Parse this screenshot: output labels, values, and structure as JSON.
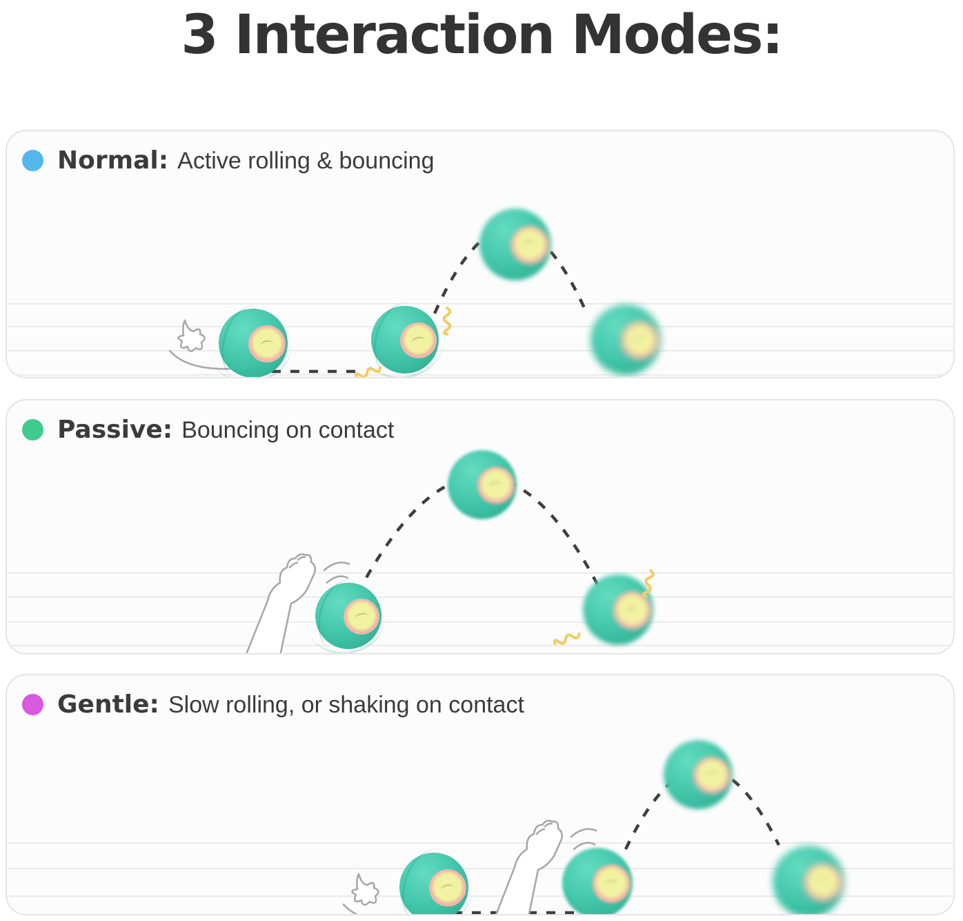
{
  "title": "3 Interaction Modes:",
  "colors": {
    "title-text": "#333333",
    "body-text": "#3b3b3b",
    "panel-bg": "#fcfcfc",
    "panel-border": "#e5e5e5",
    "floor-line": "#ebebeb",
    "dash": "#3f3f3f",
    "ball-teal": "#45c8ac",
    "ball-teal-dark": "#2aa287",
    "ball-teal-light": "#64dcc1",
    "face-yellow": "#f2f3a2",
    "face-pink": "#f3b5ae",
    "squiggle-yellow": "#f2cd67",
    "paw-line": "#a8a8a8",
    "dot-normal": "#54b7ea",
    "dot-passive": "#3fca8e",
    "dot-gentle": "#d959e1"
  },
  "modes": [
    {
      "label": "Normal:",
      "description": "Active rolling & bouncing",
      "dot_color": "#54b7ea"
    },
    {
      "label": "Passive:",
      "description": "Bouncing on contact",
      "dot_color": "#3fca8e"
    },
    {
      "label": "Gentle:",
      "description": "Slow rolling, or shaking on contact",
      "dot_color": "#d959e1"
    }
  ]
}
